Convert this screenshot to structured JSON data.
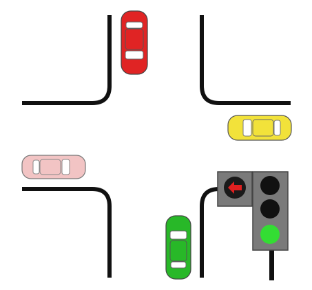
{
  "scene": {
    "background": "#ffffff",
    "road_edge_color": "#111111"
  },
  "cars": [
    {
      "id": "red-car",
      "color": "#e02424",
      "direction": "heading-south",
      "lane": "north-approach"
    },
    {
      "id": "yellow-car",
      "color": "#f2e23a",
      "direction": "heading-west",
      "lane": "east-approach"
    },
    {
      "id": "pink-car",
      "color": "#f2c4c4",
      "direction": "heading-east",
      "lane": "west-approach"
    },
    {
      "id": "green-car",
      "color": "#28b828",
      "direction": "heading-north",
      "lane": "south-approach"
    }
  ],
  "traffic_light": {
    "housing_color": "#7a7a7a",
    "left_arrow_signal": {
      "state": "red",
      "color": "#e02020",
      "icon": "left-arrow-icon"
    },
    "lamps": [
      {
        "position": "top",
        "state": "off",
        "color": "#111111"
      },
      {
        "position": "middle",
        "state": "off",
        "color": "#111111"
      },
      {
        "position": "bottom",
        "state": "green",
        "color": "#33dd33"
      }
    ]
  }
}
